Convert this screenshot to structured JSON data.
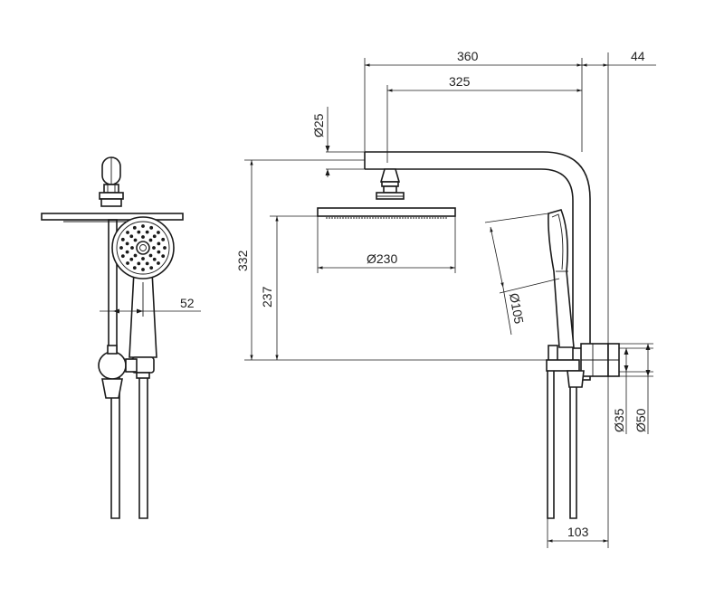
{
  "dimensions": {
    "arm_length": "360",
    "wall_offset": "44",
    "head_reach": "325",
    "arm_diameter": "Ø25",
    "overall_height": "332",
    "head_height": "237",
    "head_diameter": "Ø230",
    "hand_diameter": "Ø105",
    "hand_offset": "52",
    "rail_diameter": "Ø35",
    "bracket_diameter": "Ø50",
    "bracket_depth": "103"
  }
}
